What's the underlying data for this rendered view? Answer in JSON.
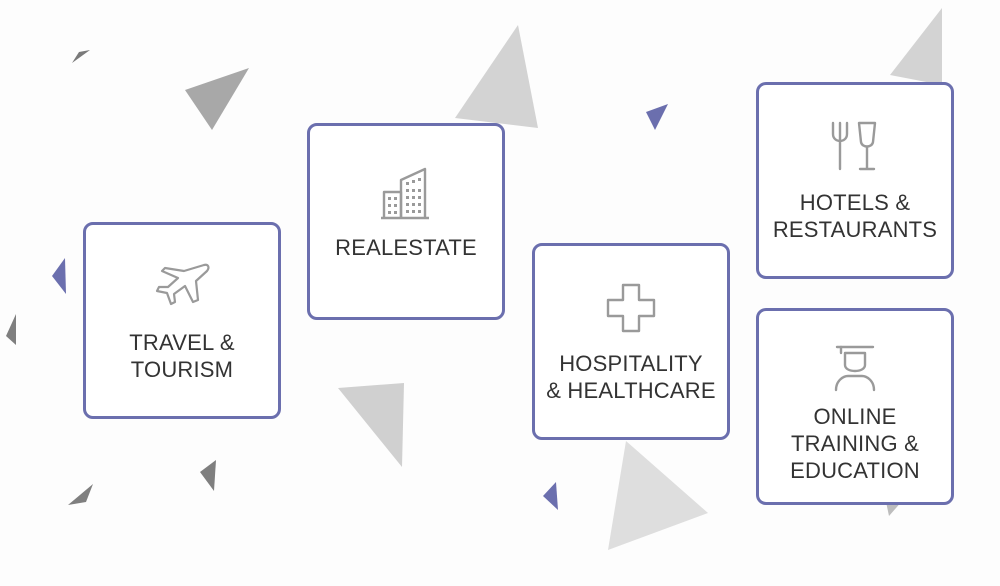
{
  "colors": {
    "accent": "#6b6fae",
    "text": "#333333",
    "icon": "#9a9a9a",
    "triangle_light": "#d3d3d3",
    "triangle_dark": "#8f8f8f"
  },
  "cards": [
    {
      "id": "travel",
      "icon": "airplane-icon",
      "label": "TRAVEL &\nTOURISM"
    },
    {
      "id": "realestate",
      "icon": "building-icon",
      "label": "REALESTATE"
    },
    {
      "id": "hospitality",
      "icon": "medical-cross-icon",
      "label": "HOSPITALITY\n& HEALTHCARE"
    },
    {
      "id": "hotels",
      "icon": "fork-and-glass-icon",
      "label": "HOTELS &\nRESTAURANTS"
    },
    {
      "id": "education",
      "icon": "graduate-icon",
      "label": "ONLINE\nTRAINING &\nEDUCATION"
    }
  ]
}
